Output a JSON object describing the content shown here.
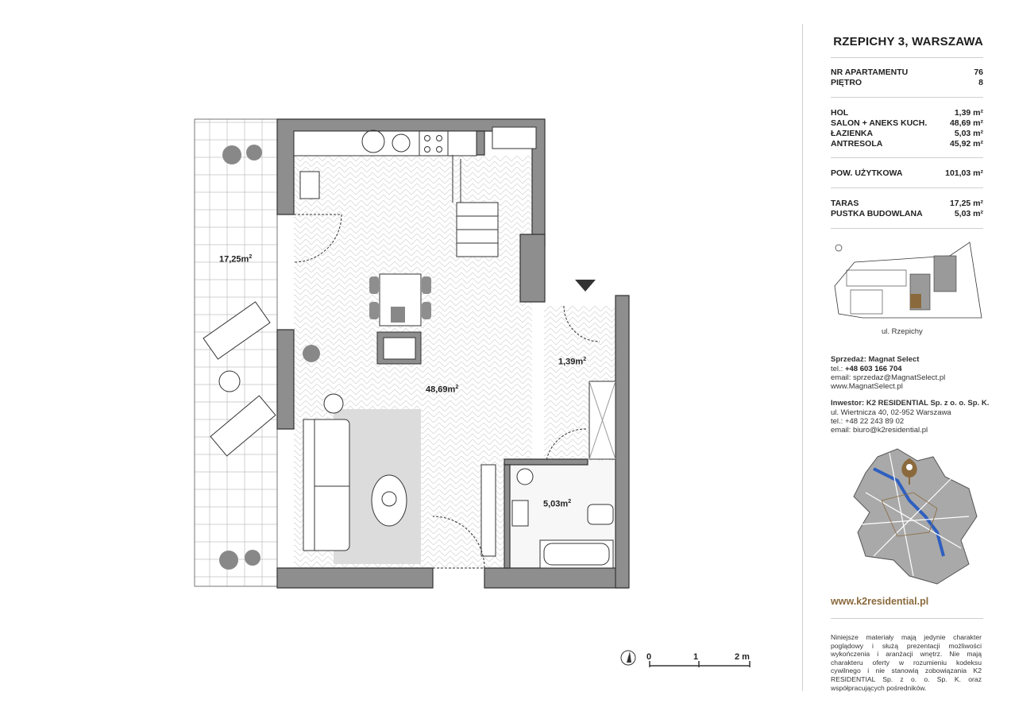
{
  "header": {
    "title": "RZEPICHY 3, WARSZAWA"
  },
  "apartment": {
    "number_label": "NR APARTAMENTU",
    "number_value": "76",
    "floor_label": "PIĘTRO",
    "floor_value": "8"
  },
  "rooms": [
    {
      "label": "HOL",
      "value": "1,39 m²"
    },
    {
      "label": "SALON + ANEKS KUCH.",
      "value": "48,69 m²"
    },
    {
      "label": "ŁAZIENKA",
      "value": "5,03 m²"
    },
    {
      "label": "ANTRESOLA",
      "value": "45,92 m²"
    }
  ],
  "usable_area": {
    "label": "POW. UŻYTKOWA",
    "value": "101,03 m²"
  },
  "extras": [
    {
      "label": "TARAS",
      "value": "17,25 m²"
    },
    {
      "label": "PUSTKA BUDOWLANA",
      "value": "5,03 m²"
    }
  ],
  "site_plan": {
    "street_label": "ul. Rzepichy"
  },
  "sales": {
    "heading": "Sprzedaż: Magnat Select",
    "tel_prefix": "tel.: ",
    "tel": "+48 603 166 704",
    "email": "email: sprzedaz@MagnatSelect.pl",
    "www": "www.MagnatSelect.pl"
  },
  "investor": {
    "heading": "Inwestor: K2 RESIDENTIAL Sp. z o. o. Sp. K.",
    "address": "ul. Wiertnicza 40, 02-952 Warszawa",
    "tel": "tel.: +48 22 243 89 02",
    "email": "email: biuro@k2residential.pl"
  },
  "website": "www.k2residential.pl",
  "disclaimer": "Niniejsze materiały mają jedynie charakter poglądowy i służą prezentacji możliwości wykończenia i aranżacji wnętrz. Nie mają charakteru oferty w rozumieniu kodeksu cywilnego i nie stanowią zobowiązania K2 RESIDENTIAL Sp. z o. o. Sp. K. oraz współpracujących pośredników.",
  "plan_labels": {
    "terrace": "17,25m",
    "living": "48,69m",
    "hall": "1,39m",
    "bath": "5,03m",
    "sup": "2"
  },
  "scale": {
    "zero": "0",
    "one": "1",
    "two": "2 m"
  },
  "colors": {
    "wall": "#8e8e8e",
    "accent": "#8a6a3d",
    "river": "#2f5fbf",
    "rug": "#dcdcdc"
  }
}
